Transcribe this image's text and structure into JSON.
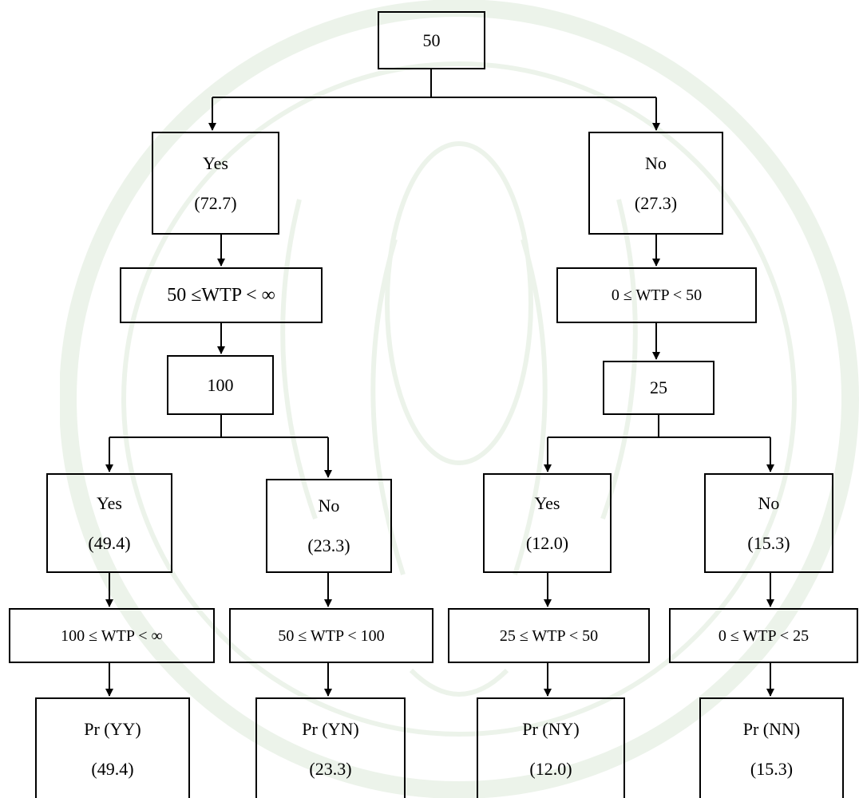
{
  "watermark": {
    "color": "#4f8f3f"
  },
  "root": {
    "label": "50"
  },
  "yes": {
    "label": "Yes",
    "value": "(72.7)",
    "range": "50 ≤WTP < ∞",
    "bid": "100"
  },
  "no": {
    "label": "No",
    "value": "(27.3)",
    "range": "0 ≤ WTP < 50",
    "bid": "25"
  },
  "yy": {
    "label": "Yes",
    "value": "(49.4)",
    "range": "100 ≤ WTP < ∞",
    "prob": "Pr (YY)",
    "prob_value": "(49.4)"
  },
  "yn": {
    "label": "No",
    "value": "(23.3)",
    "range": "50 ≤ WTP < 100",
    "prob": "Pr (YN)",
    "prob_value": "(23.3)"
  },
  "ny": {
    "label": "Yes",
    "value": "(12.0)",
    "range": "25 ≤ WTP < 50",
    "prob": "Pr (NY)",
    "prob_value": "(12.0)"
  },
  "nn": {
    "label": "No",
    "value": "(15.3)",
    "range": "0 ≤ WTP < 25",
    "prob": "Pr (NN)",
    "prob_value": "(15.3)"
  }
}
